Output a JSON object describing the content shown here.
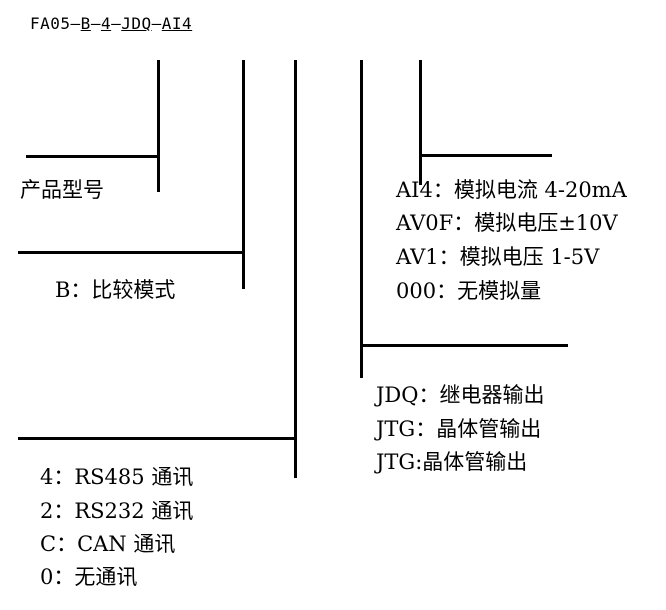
{
  "model_code": {
    "prefix": "FA05",
    "sep1": "—",
    "mode": "B",
    "sep2": "—",
    "comm": "4",
    "sep3": "—",
    "output": "JDQ",
    "sep4": "—",
    "analog": "AI4"
  },
  "groups": {
    "product_model": {
      "label": "产品型号"
    },
    "mode": {
      "items": [
        "B：比较模式"
      ]
    },
    "communication": {
      "items": [
        "4：RS485 通讯",
        "2：RS232 通讯",
        "C：CAN 通讯",
        "0：无通讯"
      ]
    },
    "output": {
      "items": [
        "JDQ：继电器输出",
        "JTG：晶体管输出",
        "JTG:晶体管输出"
      ]
    },
    "analog": {
      "items": [
        "AI4：模拟电流 4-20mA",
        "AV0F：模拟电压±10V",
        "AV1：模拟电压 1-5V",
        "000：无模拟量"
      ]
    }
  }
}
